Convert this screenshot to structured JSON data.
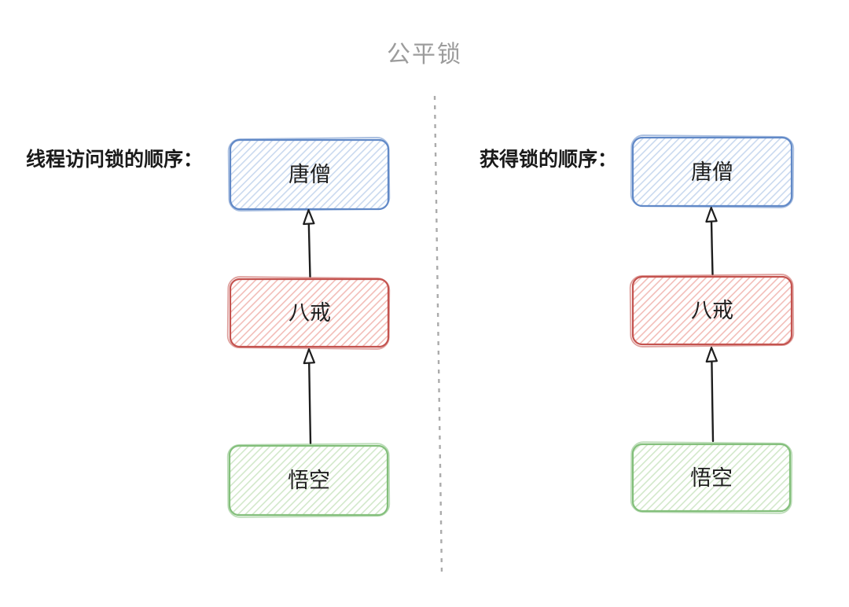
{
  "title": {
    "text": "公平锁",
    "color": "#9c9c9c"
  },
  "panels": {
    "left": {
      "label": "线程访问锁的顺序："
    },
    "right": {
      "label": "获得锁的顺序："
    }
  },
  "nodes": [
    {
      "name": "tangseng",
      "label": "唐僧",
      "border_color": "#6189c7",
      "hatch_color": "#c9d9ef"
    },
    {
      "name": "bajie",
      "label": "八戒",
      "border_color": "#c4534f",
      "hatch_color": "#f2bdb8"
    },
    {
      "name": "wukong",
      "label": "悟空",
      "border_color": "#83bf7b",
      "hatch_color": "#d2e8ca"
    }
  ],
  "flow": {
    "arrow_color": "#1e1e1e",
    "sequence_bottom_to_top": [
      "悟空",
      "八戒",
      "唐僧"
    ],
    "arrows": [
      {
        "from": "悟空",
        "to": "八戒"
      },
      {
        "from": "八戒",
        "to": "唐僧"
      }
    ]
  },
  "divider": {
    "style": "dashed",
    "color": "#ababab"
  },
  "colors": {
    "background": "#ffffff",
    "label_text": "#1a1a1a",
    "node_text": "#1f1f1f"
  }
}
